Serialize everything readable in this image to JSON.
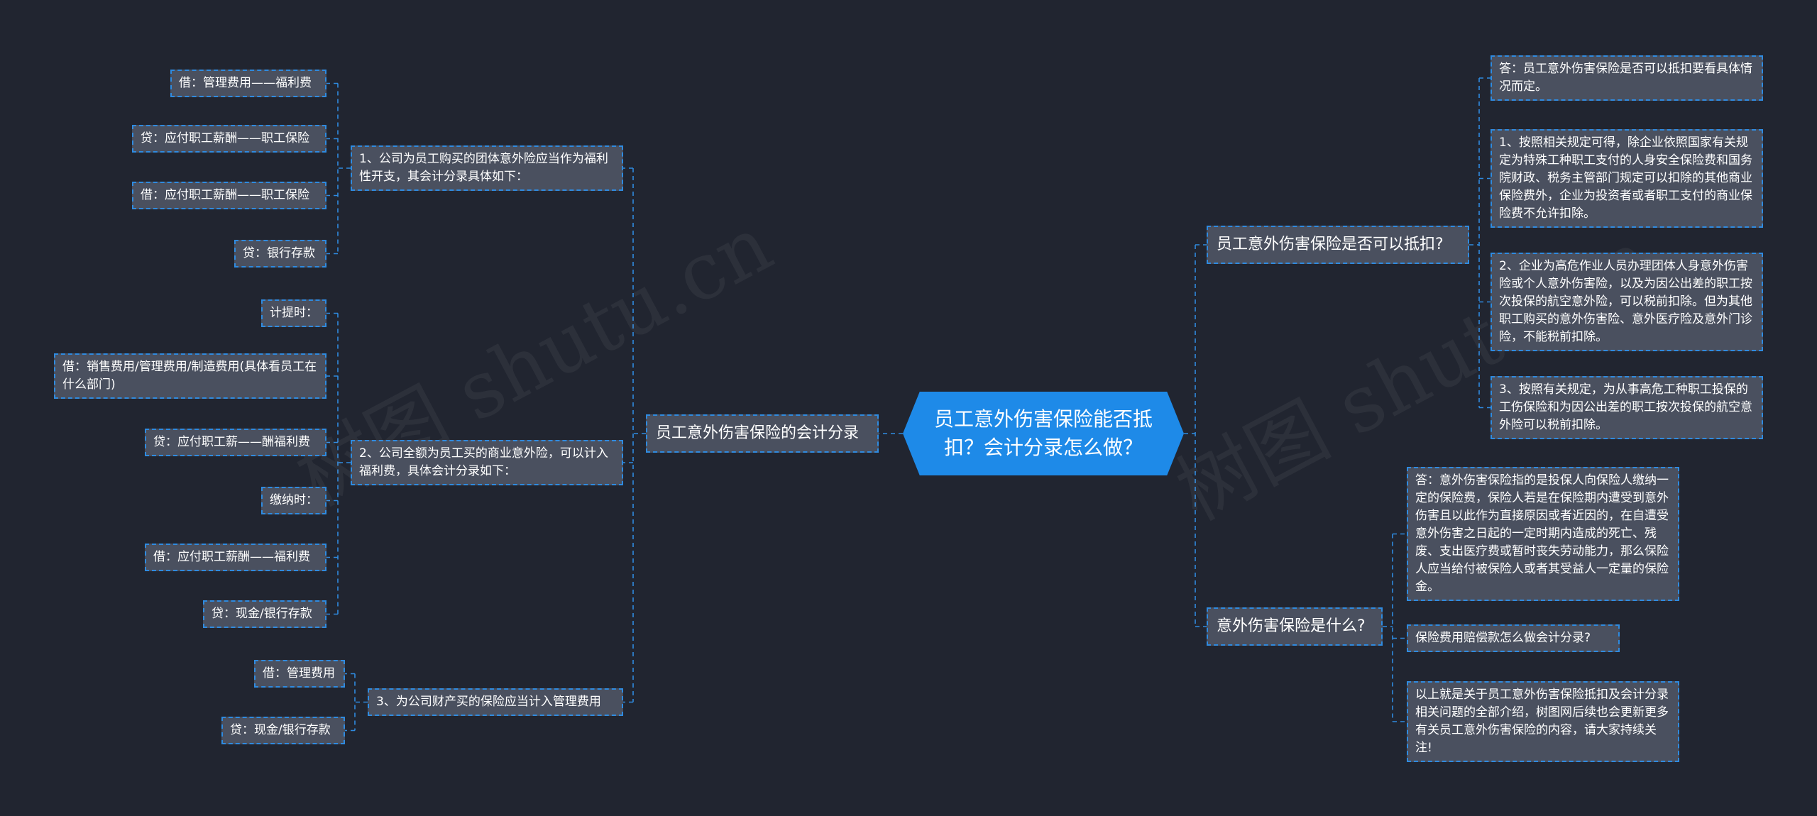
{
  "watermark": "树图 shutu.cn",
  "root": {
    "text": "员工意外伤害保险能否抵扣？会计分录怎么做？"
  },
  "left_branch": {
    "label": "员工意外伤害保险的会计分录",
    "groups": [
      {
        "label": "1、公司为员工购买的团体意外险应当作为福利性开支，其会计分录具体如下：",
        "items": [
          "借：管理费用——福利费",
          "贷：应付职工薪酬——职工保险",
          "借：应付职工薪酬——职工保险",
          "贷：银行存款"
        ]
      },
      {
        "label": "2、公司全额为员工买的商业意外险，可以计入福利费，具体会计分录如下：",
        "items": [
          "计提时：",
          "借：销售费用/管理费用/制造费用(具体看员工在什么部门)",
          "贷：应付职工薪——酬福利费",
          "缴纳时：",
          "借：应付职工薪酬——福利费",
          "贷：现金/银行存款"
        ]
      },
      {
        "label": "3、为公司财产买的保险应当计入管理费用",
        "items": [
          "借：管理费用",
          "贷：现金/银行存款"
        ]
      }
    ]
  },
  "right_branches": [
    {
      "label": "员工意外伤害保险是否可以抵扣?",
      "items": [
        "答：员工意外伤害保险是否可以抵扣要看具体情况而定。",
        "1、按照相关规定可得，除企业依照国家有关规定为特殊工种职工支付的人身安全保险费和国务院财政、税务主管部门规定可以扣除的其他商业保险费外，企业为投资者或者职工支付的商业保险费不允许扣除。",
        "2、企业为高危作业人员办理团体人身意外伤害险或个人意外伤害险，以及为因公出差的职工按次投保的航空意外险，可以税前扣除。但为其他职工购买的意外伤害险、意外医疗险及意外门诊险，不能税前扣除。",
        "3、按照有关规定，为从事高危工种职工投保的工伤保险和为因公出差的职工按次投保的航空意外险可以税前扣除。"
      ]
    },
    {
      "label": "意外伤害保险是什么?",
      "items": [
        "答：意外伤害保险指的是投保人向保险人缴纳一定的保险费，保险人若是在保险期内遭受到意外伤害且以此作为直接原因或者近因的，在自遭受意外伤害之日起的一定时期内造成的死亡、残废、支出医疗费或暂时丧失劳动能力，那么保险人应当给付被保险人或者其受益人一定量的保险金。",
        "保险费用赔偿款怎么做会计分录?",
        "以上就是关于员工意外伤害保险抵扣及会计分录相关问题的全部介绍，树图网后续也会更新更多有关员工意外伤害保险的内容，请大家持续关注!"
      ]
    }
  ],
  "colors": {
    "background": "#212530",
    "root": "#1e8ae8",
    "node": "#4a505f",
    "connector": "#2f8be0",
    "text": "#ffffff"
  }
}
